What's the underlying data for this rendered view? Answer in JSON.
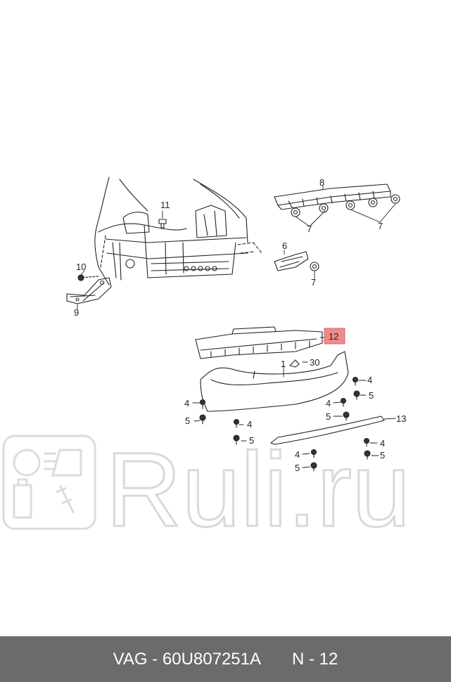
{
  "footer": {
    "brand_part": "VAG - 60U807251A",
    "page_ref": "N - 12"
  },
  "watermark": {
    "text": "Ruli.ru"
  },
  "callouts": {
    "c1": "1",
    "c4a": "4",
    "c4b": "4",
    "c4c": "4",
    "c4d": "4",
    "c4e": "4",
    "c5a": "5",
    "c5b": "5",
    "c5c": "5",
    "c5d": "5",
    "c5e": "5",
    "c5f": "5",
    "c6": "6",
    "c7a": "7",
    "c7b": "7",
    "c7c": "7",
    "c8": "8",
    "c9": "9",
    "c10": "10",
    "c11": "11",
    "c12": "12",
    "c13": "13",
    "c30": "30"
  },
  "highlight": {
    "color": "#f08a8a",
    "target": "12"
  }
}
